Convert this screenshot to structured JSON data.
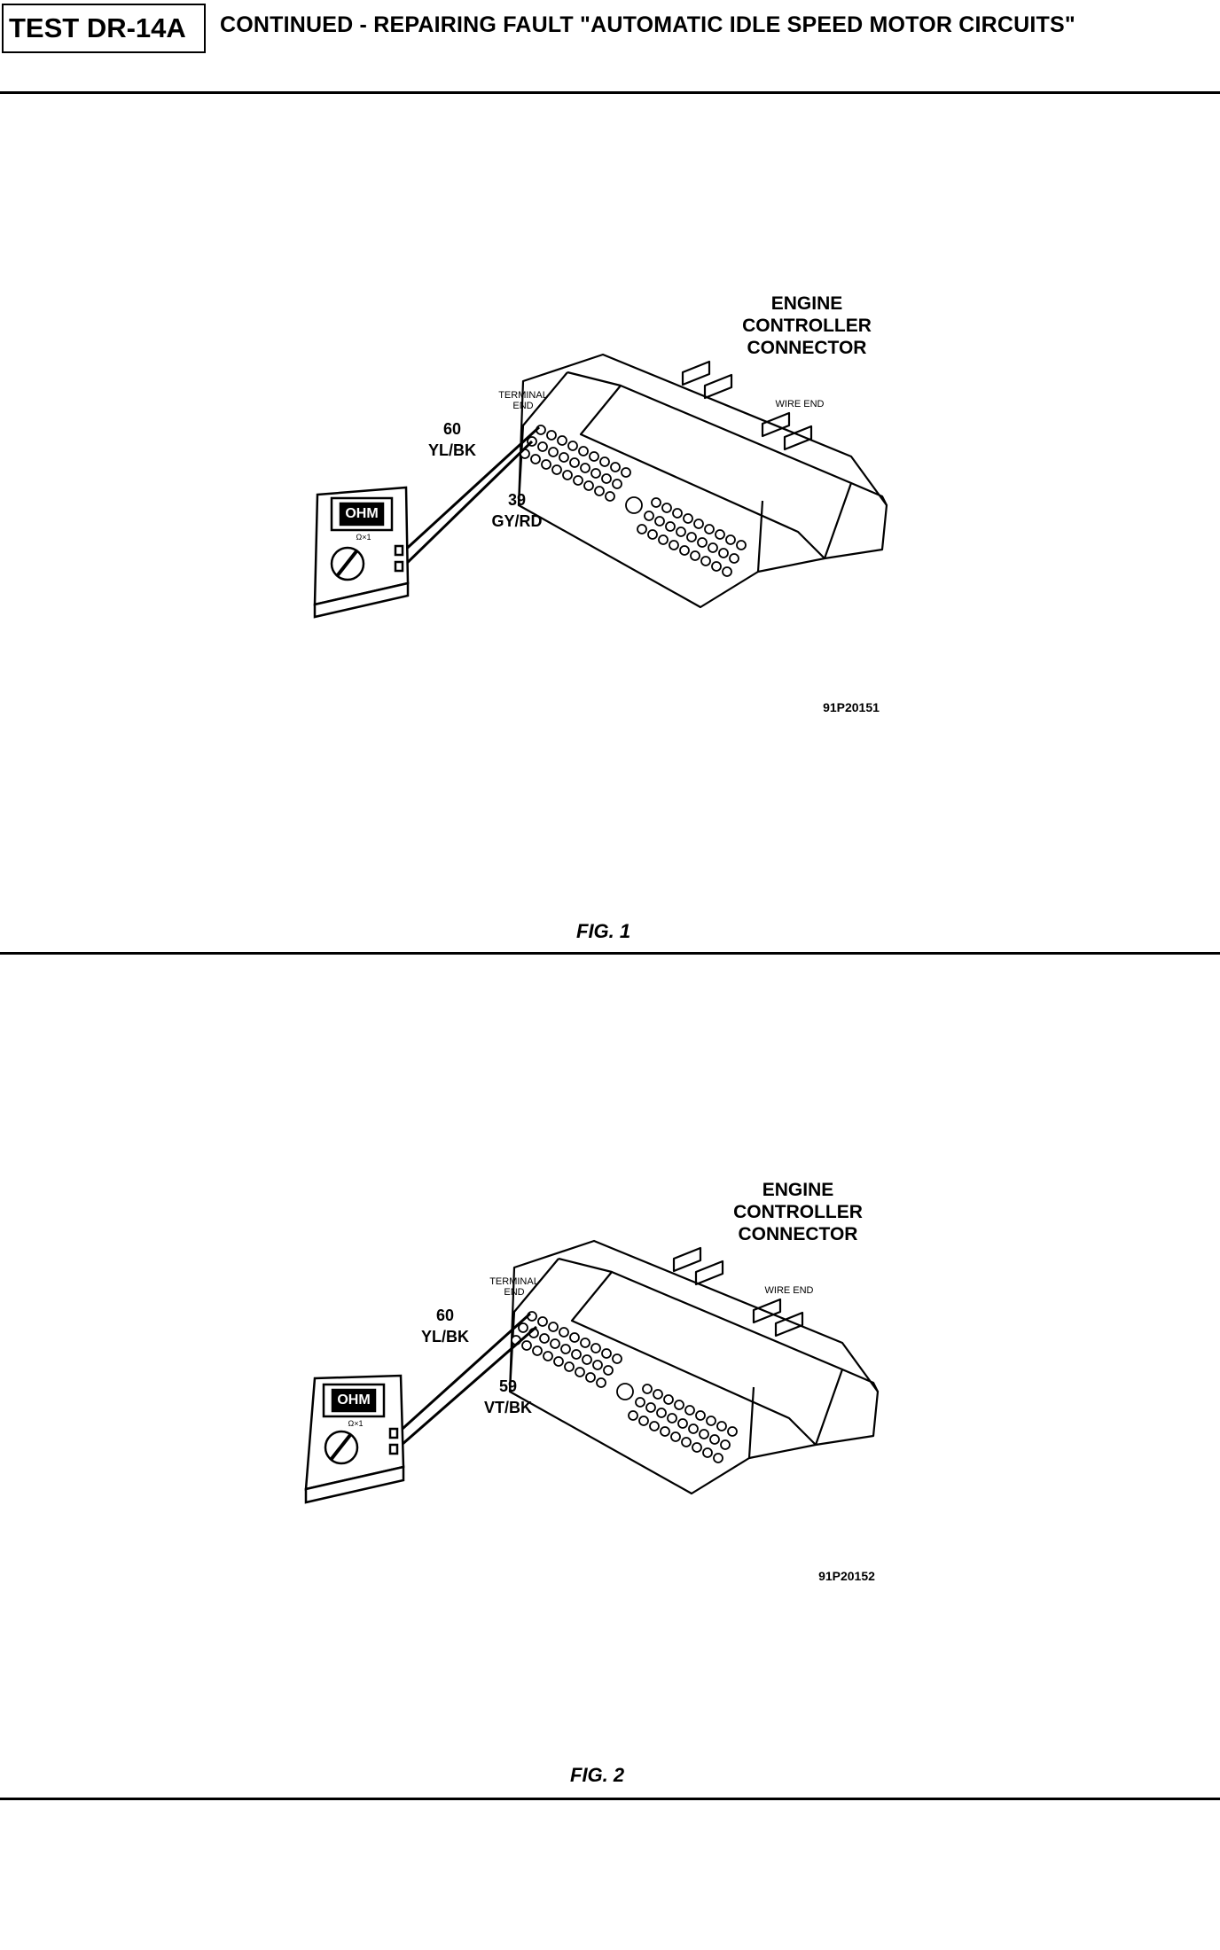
{
  "header": {
    "test_id": "TEST DR-14A",
    "title": "CONTINUED - REPAIRING FAULT \"AUTOMATIC IDLE SPEED MOTOR CIRCUITS\""
  },
  "figures": [
    {
      "caption": "FIG. 1",
      "connector_label": [
        "ENGINE",
        "CONTROLLER",
        "CONNECTOR"
      ],
      "terminal_end": [
        "TERMINAL",
        "END"
      ],
      "wire_end": "WIRE END",
      "wire_a": {
        "pin": "60",
        "color": "YL/BK"
      },
      "wire_b": {
        "pin": "39",
        "color": "GY/RD"
      },
      "meter_display": "OHM",
      "meter_range": "Ω×1",
      "image_code": "91P20151"
    },
    {
      "caption": "FIG. 2",
      "connector_label": [
        "ENGINE",
        "CONTROLLER",
        "CONNECTOR"
      ],
      "terminal_end": [
        "TERMINAL",
        "END"
      ],
      "wire_end": "WIRE END",
      "wire_a": {
        "pin": "60",
        "color": "YL/BK"
      },
      "wire_b": {
        "pin": "59",
        "color": "VT/BK"
      },
      "meter_display": "OHM",
      "meter_range": "Ω×1",
      "image_code": "91P20152"
    }
  ]
}
